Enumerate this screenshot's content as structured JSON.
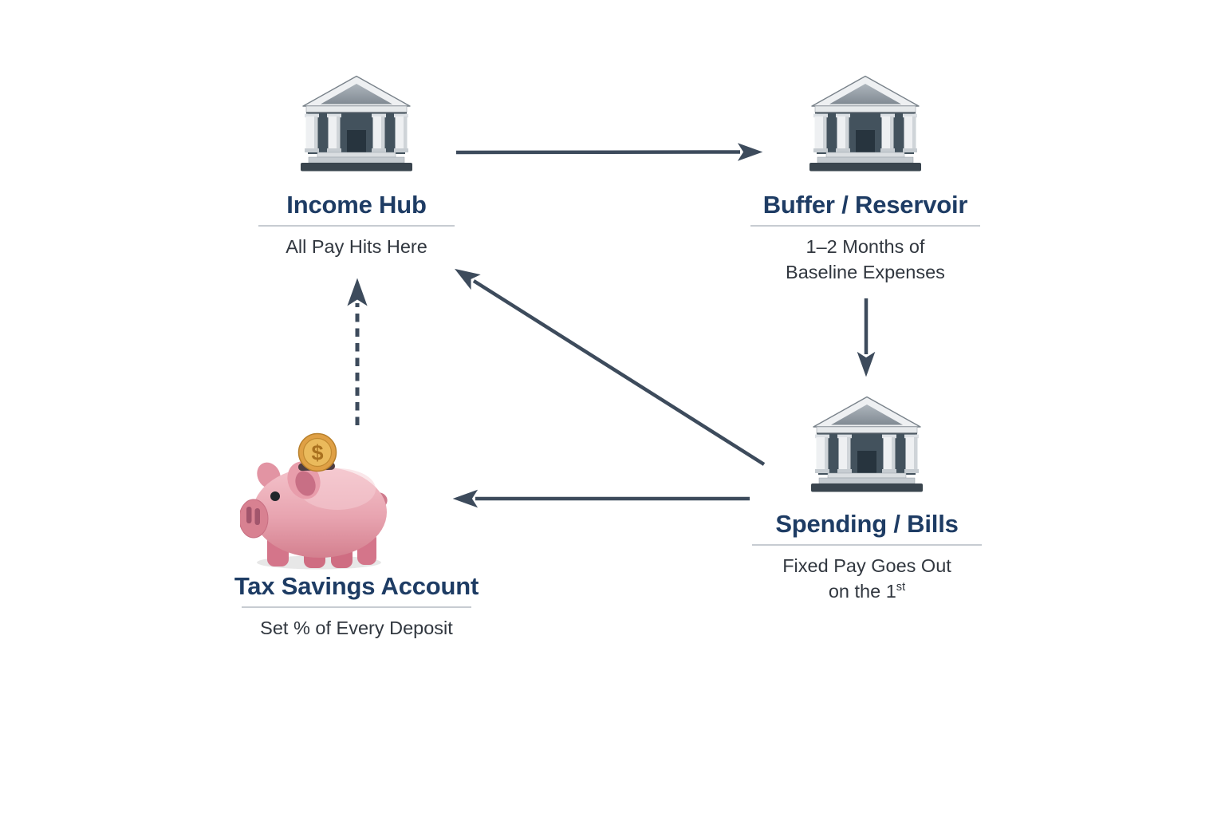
{
  "diagram": {
    "background": "#ffffff",
    "arrow_color": "#3d4b5c",
    "title_color": "#1e3c64",
    "subtitle_color": "#31373f",
    "divider_color": "#c7ccd2"
  },
  "nodes": {
    "income_hub": {
      "icon": "bank-icon",
      "title": "Income Hub",
      "subtitle": "All Pay Hits Here"
    },
    "buffer_reservoir": {
      "icon": "bank-icon",
      "title": "Buffer / Reservoir",
      "subtitle_line1": "1–2 Months of",
      "subtitle_line2": "Baseline Expenses"
    },
    "spending_bills": {
      "icon": "bank-icon",
      "title": "Spending / Bills",
      "subtitle_line1": "Fixed Pay Goes Out",
      "subtitle_line2_base": "on the 1",
      "subtitle_line2_sup": "st"
    },
    "tax_savings": {
      "icon": "piggy-bank-icon",
      "title": "Tax Savings Account",
      "subtitle": "Set % of Every Deposit",
      "coin_symbol": "$"
    }
  },
  "edges": [
    {
      "from": "income_hub",
      "to": "buffer_reservoir",
      "style": "solid"
    },
    {
      "from": "buffer_reservoir",
      "to": "spending_bills",
      "style": "solid"
    },
    {
      "from": "spending_bills",
      "to": "income_hub",
      "style": "solid"
    },
    {
      "from": "spending_bills",
      "to": "tax_savings",
      "style": "solid"
    },
    {
      "from": "tax_savings",
      "to": "income_hub",
      "style": "dashed"
    }
  ]
}
